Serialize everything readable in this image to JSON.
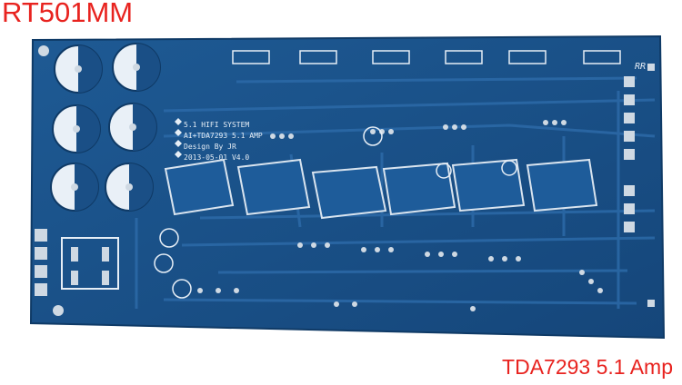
{
  "title": "RT501MM",
  "caption": "TDA7293 5.1 Amp",
  "board": {
    "info_lines": [
      "5.1 HIFI SYSTEM",
      "AI+TDA7293 5.1 AMP",
      "Design By JR",
      "2013-05-01 V4.0"
    ],
    "corner_marking": "RR"
  },
  "colors": {
    "board": "#1a4f86",
    "board_edge": "#0f3a66",
    "trace": "#2c6aa8",
    "silkscreen": "#e6eef6",
    "pad": "#cfd9e3",
    "accent_text": "#e8231f"
  }
}
